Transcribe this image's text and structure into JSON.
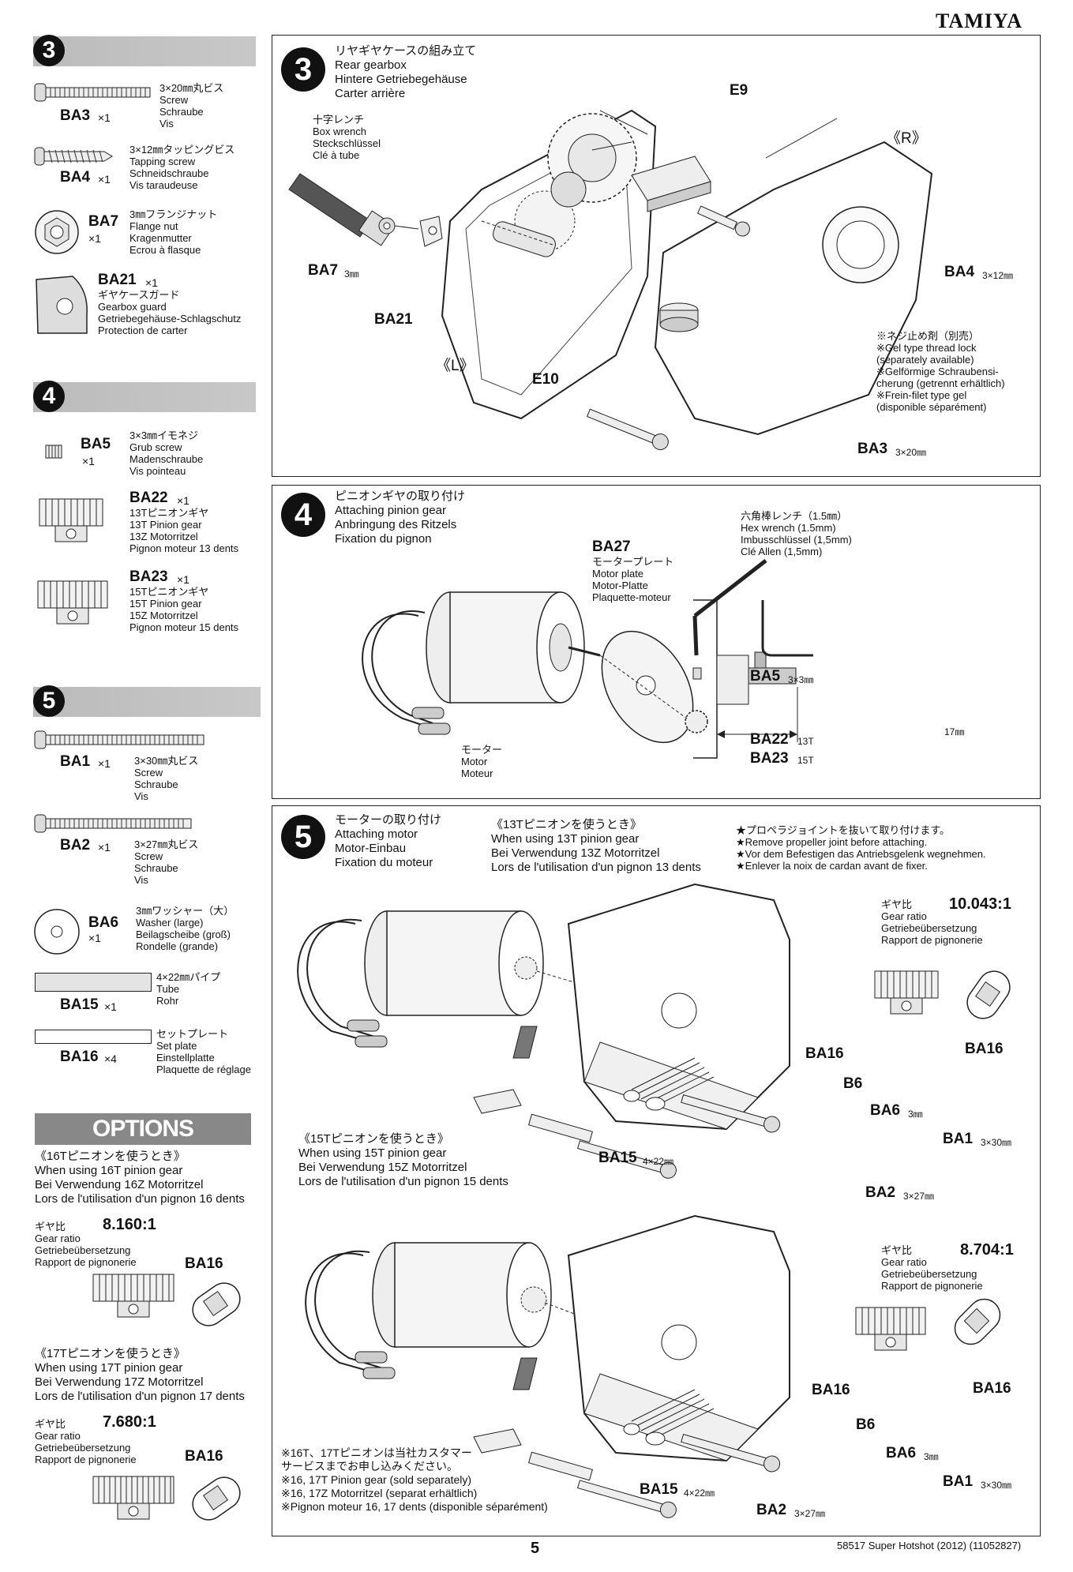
{
  "brand": "TAMIYA",
  "parts": {
    "s3": {
      "num": "3",
      "items": [
        {
          "code": "BA3",
          "qty": "×1",
          "desc": "3×20㎜丸ビス\nScrew\nSchraube\nVis"
        },
        {
          "code": "BA4",
          "qty": "×1",
          "desc": "3×12㎜タッピングビス\nTapping screw\nSchneidschraube\nVis taraudeuse"
        },
        {
          "code": "BA7",
          "qty": "×1",
          "desc": "3㎜フランジナット\nFlange nut\nKragenmutter\nEcrou à flasque"
        },
        {
          "code": "BA21",
          "qty": "×1",
          "desc": "ギヤケースガード\nGearbox guard\nGetriebegehäuse-Schlagschutz\nProtection de carter"
        }
      ]
    },
    "s4": {
      "num": "4",
      "items": [
        {
          "code": "BA5",
          "qty": "×1",
          "desc": "3×3㎜イモネジ\nGrub screw\nMadenschraube\nVis pointeau"
        },
        {
          "code": "BA22",
          "qty": "×1",
          "desc": "13Tピニオンギヤ\n13T Pinion gear\n13Z Motorritzel\nPignon moteur 13 dents"
        },
        {
          "code": "BA23",
          "qty": "×1",
          "desc": "15Tピニオンギヤ\n15T Pinion gear\n15Z Motorritzel\nPignon moteur 15 dents"
        }
      ]
    },
    "s5": {
      "num": "5",
      "items": [
        {
          "code": "BA1",
          "qty": "×1",
          "desc": "3×30㎜丸ビス\nScrew\nSchraube\nVis"
        },
        {
          "code": "BA2",
          "qty": "×1",
          "desc": "3×27㎜丸ビス\nScrew\nSchraube\nVis"
        },
        {
          "code": "BA6",
          "qty": "×1",
          "desc": "3㎜ワッシャー（大）\nWasher (large)\nBeilagscheibe (groß)\nRondelle (grande)"
        },
        {
          "code": "BA15",
          "qty": "×1",
          "desc": "4×22㎜パイプ\nTube\nRohr"
        },
        {
          "code": "BA16",
          "qty": "×4",
          "desc": "セットプレート\nSet plate\nEinstellplatte\nPlaquette de réglage"
        }
      ]
    }
  },
  "options": {
    "title": "OPTIONS",
    "o16": {
      "head": "《16Tピニオンを使うとき》\nWhen using 16T pinion gear\nBei Verwendung 16Z Motorritzel\nLors de l'utilisation d'un pignon 16 dents",
      "ratio_label": "ギヤ比\nGear ratio\nGetriebeübersetzung\nRapport de pignonerie",
      "ratio": "8.160:1",
      "part": "BA16"
    },
    "o17": {
      "head": "《17Tピニオンを使うとき》\nWhen using 17T pinion gear\nBei Verwendung 17Z Motorritzel\nLors de l'utilisation d'un pignon 17 dents",
      "ratio_label": "ギヤ比\nGear ratio\nGetriebeübersetzung\nRapport de pignonerie",
      "ratio": "7.680:1",
      "part": "BA16"
    }
  },
  "step3": {
    "num": "3",
    "title": "リヤギヤケースの組み立て\nRear gearbox\nHintere Getriebegehäuse\nCarter arrière",
    "tool": "十字レンチ\nBox wrench\nSteckschlüssel\nClé à tube",
    "labels": {
      "e9": "E9",
      "r": "《R》",
      "ba4": "BA4",
      "ba4u": "3×12㎜",
      "ba7": "BA7",
      "ba7u": "3㎜",
      "ba21": "BA21",
      "l": "《L》",
      "e10": "E10",
      "ba3": "BA3",
      "ba3u": "3×20㎜"
    },
    "note": "※ネジ止め剤（別売）\n※Gel type thread lock\n(separately available)\n※Gelförmige Schraubensi-\ncherung (getrennt erhältlich)\n※Frein-filet type gel\n(disponible séparément)"
  },
  "step4": {
    "num": "4",
    "title": "ピニオンギヤの取り付け\nAttaching pinion gear\nAnbringung des Ritzels\nFixation du pignon",
    "ba27": "BA27",
    "ba27desc": "モータープレート\nMotor plate\nMotor-Platte\nPlaquette-moteur",
    "hex": "六角棒レンチ（1.5㎜）\nHex wrench (1.5mm)\nImbusschlüssel (1,5mm)\nClé Allen (1,5mm)",
    "motor": "モーター\nMotor\nMoteur",
    "ba5": "BA5",
    "ba5u": "3×3㎜",
    "ba22": "BA22",
    "ba22u": "13T",
    "ba23": "BA23",
    "ba23u": "15T",
    "dim": "17㎜"
  },
  "step5": {
    "num": "5",
    "title": "モーターの取り付け\nAttaching motor\nMotor-Einbau\nFixation du moteur",
    "use13": "《13Tピニオンを使うとき》\nWhen using 13T pinion gear\nBei Verwendung 13Z Motorritzel\nLors de l'utilisation d'un pignon 13 dents",
    "warn": "★プロペラジョイントを抜いて取り付けます。\n★Remove propeller joint before attaching.\n★Vor dem Befestigen das Antriebsgelenk wegnehmen.\n★Enlever la noix de cardan avant de fixer.",
    "ratio_label": "ギヤ比\nGear ratio\nGetriebeübersetzung\nRapport de pignonerie",
    "ratio13": "10.043:1",
    "ratio15": "8.704:1",
    "use15": "《15Tピニオンを使うとき》\nWhen using 15T pinion gear\nBei Verwendung 15Z Motorritzel\nLors de l'utilisation d'un pignon 15 dents",
    "labels": {
      "ba16": "BA16",
      "b6": "B6",
      "ba6": "BA6",
      "ba6u": "3㎜",
      "ba1": "BA1",
      "ba1u": "3×30㎜",
      "ba15": "BA15",
      "ba15u": "4×22㎜",
      "ba2": "BA2",
      "ba2u": "3×27㎜"
    },
    "footnote": "※16T、17Tピニオンは当社カスタマー\nサービスまでお申し込みください。\n※16, 17T Pinion gear (sold separately)\n※16, 17Z Motorritzel (separat erhältlich)\n※Pignon moteur 16, 17 dents (disponible séparément)"
  },
  "footer": {
    "page": "5",
    "code": "58517 Super Hotshot (2012) (11052827)"
  }
}
